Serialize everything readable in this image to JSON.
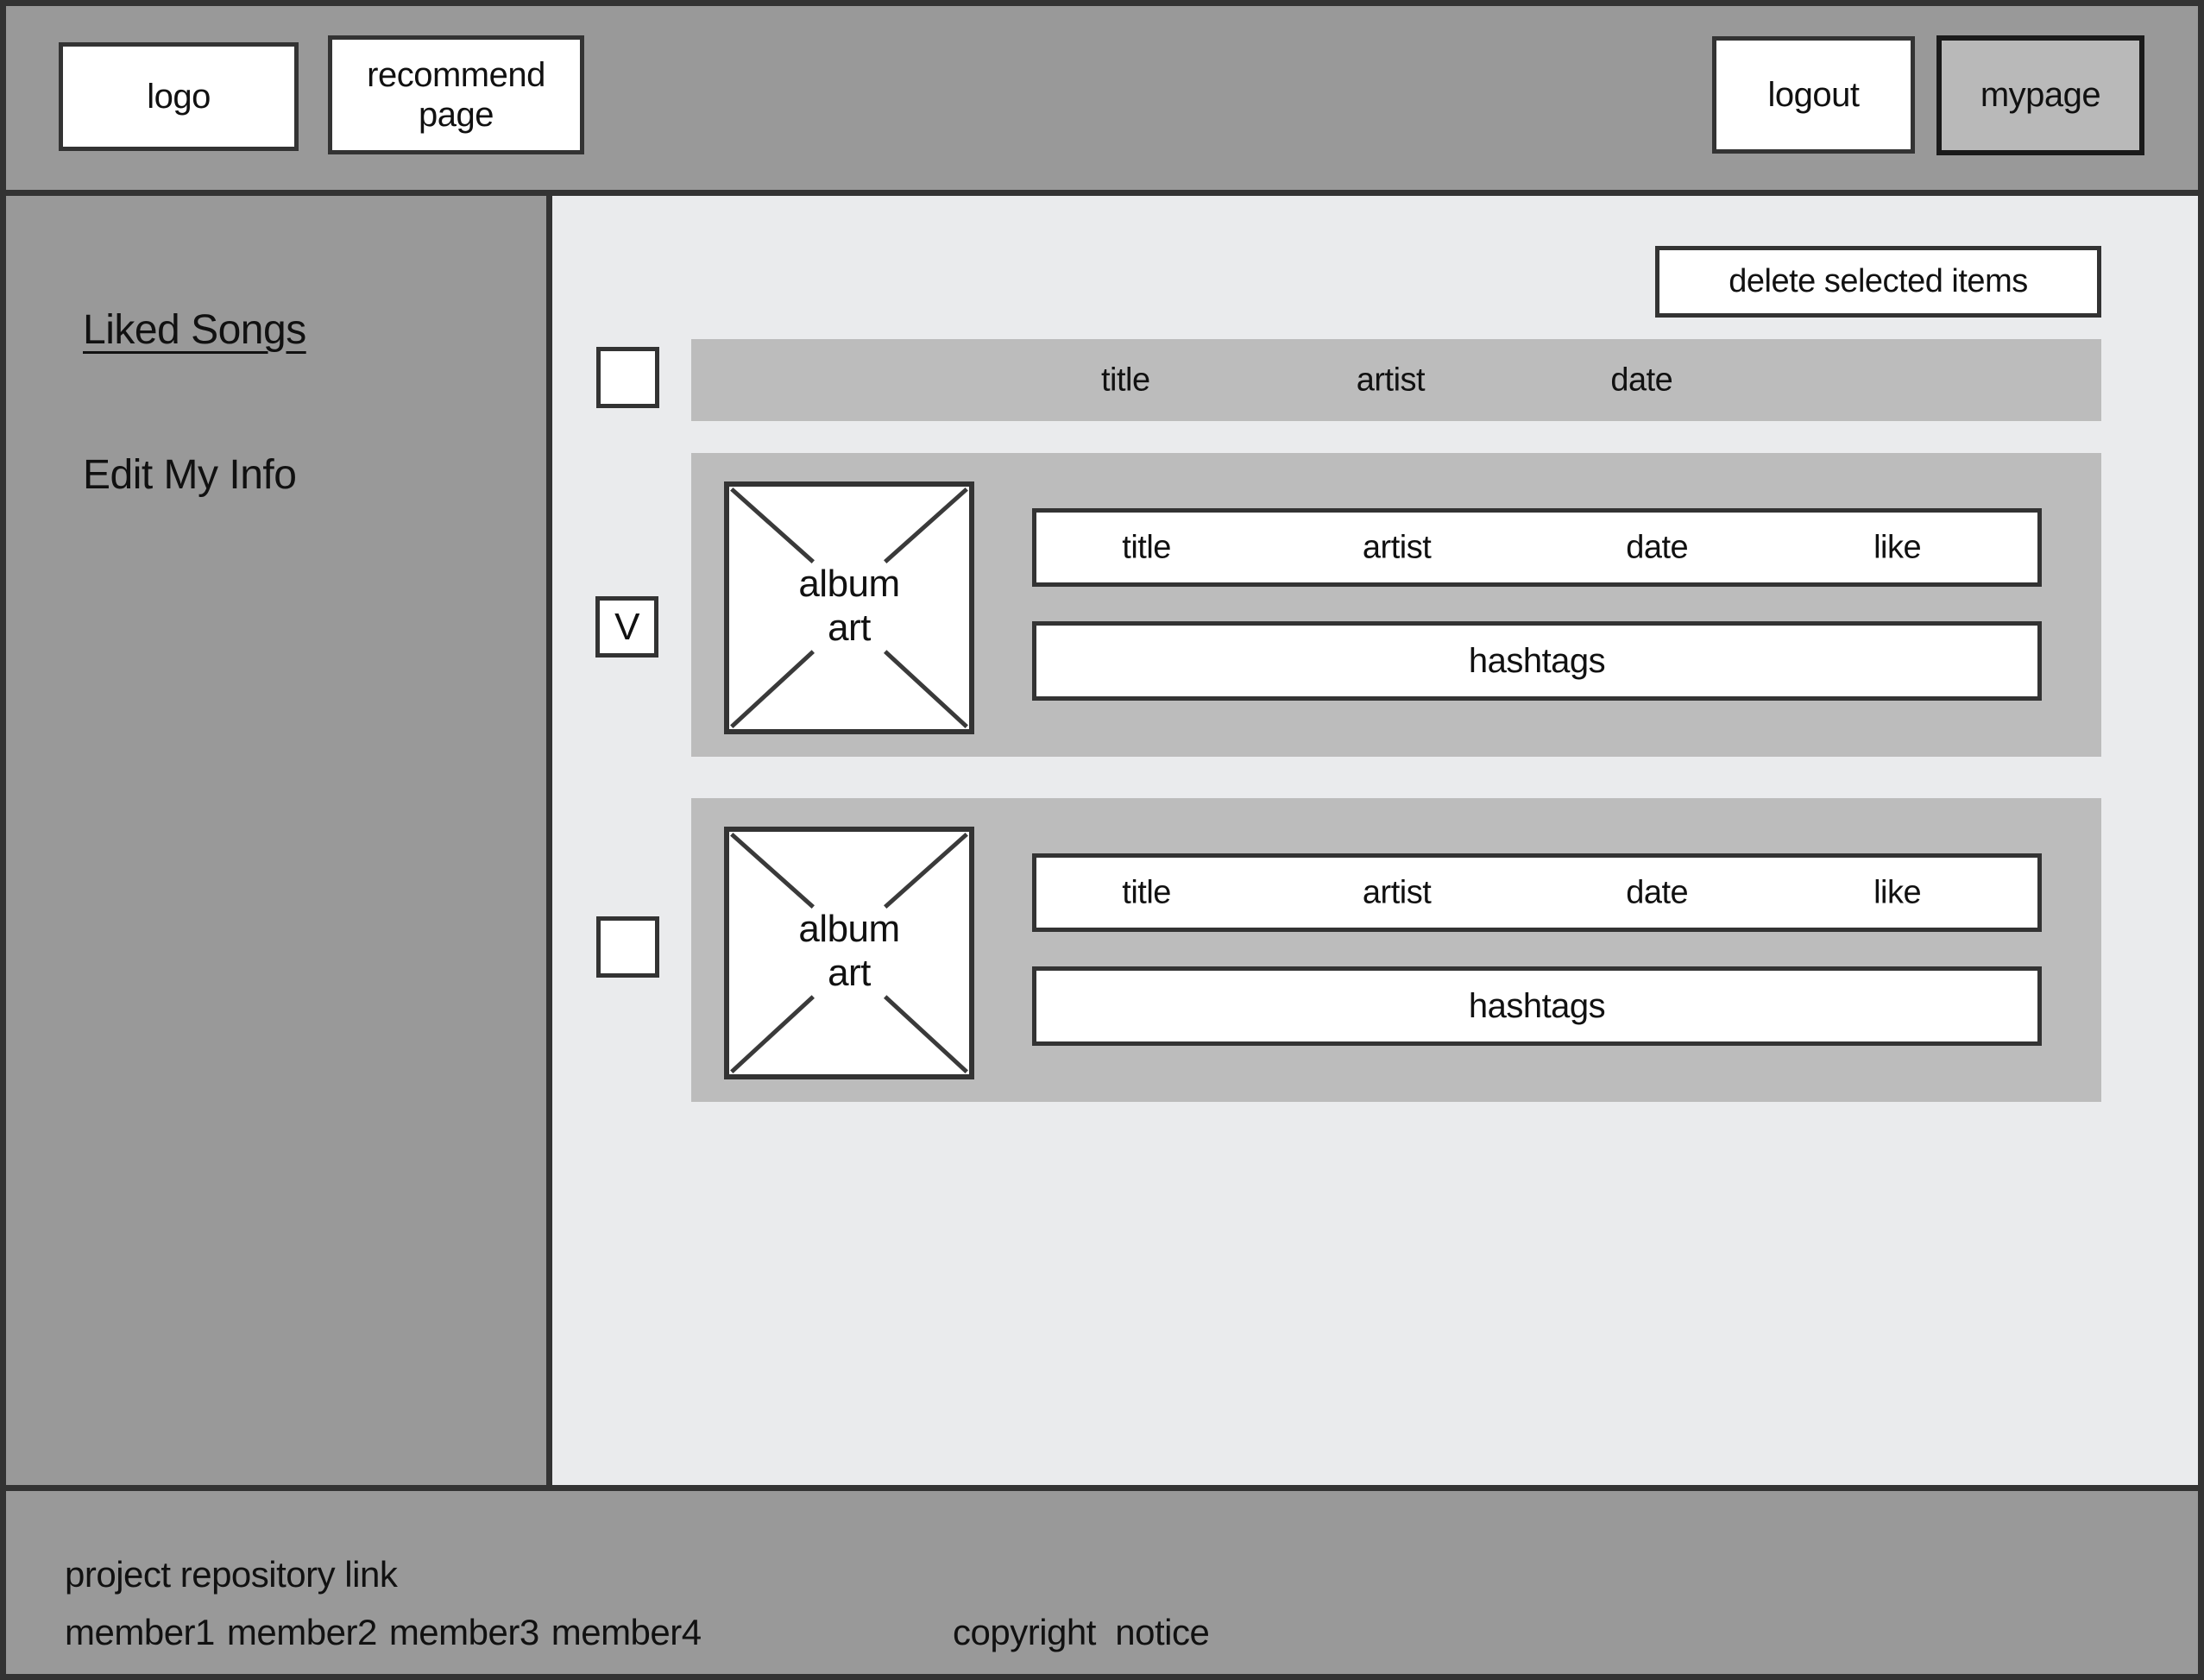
{
  "header": {
    "logo": "logo",
    "recommend_page": "recommend page",
    "logout": "logout",
    "mypage": "mypage"
  },
  "sidebar": {
    "items": [
      {
        "label": "Liked Songs",
        "active": true
      },
      {
        "label": "Edit My Info",
        "active": false
      }
    ]
  },
  "main": {
    "delete_button": "delete selected items",
    "list_header": {
      "columns": [
        "title",
        "artist",
        "date"
      ],
      "select_all_checked": false
    },
    "songs": [
      {
        "checked": true,
        "check_glyph": "V",
        "album_art": "album art",
        "fields": [
          "title",
          "artist",
          "date",
          "like"
        ],
        "hashtags": "hashtags"
      },
      {
        "checked": false,
        "check_glyph": "",
        "album_art": "album art",
        "fields": [
          "title",
          "artist",
          "date",
          "like"
        ],
        "hashtags": "hashtags"
      }
    ]
  },
  "footer": {
    "repo_link": "project repository link",
    "members": [
      "member1",
      "member2",
      "member3",
      "member4"
    ],
    "copyright": "copyright  notice"
  },
  "colors": {
    "chrome_gray": "#999999",
    "content_bg": "#eaebed",
    "card_gray": "#bcbcbc",
    "active_button_bg": "#b9b9b9",
    "frame_border": "#333333"
  }
}
